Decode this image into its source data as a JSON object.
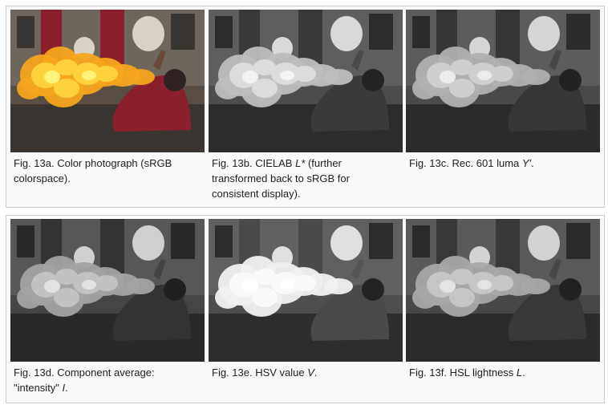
{
  "rows": [
    {
      "figures": [
        {
          "pre": "Fig. 13a. Color photograph (sRGB colorspace).",
          "var": "",
          "post": "",
          "mode": "color"
        },
        {
          "pre": "Fig. 13b. CIELAB ",
          "var": "L*",
          "post": " (further transformed back to sRGB for consistent display).",
          "mode": "lab"
        },
        {
          "pre": "Fig. 13c. Rec. 601 luma ",
          "var": "Y′",
          "post": ".",
          "mode": "luma"
        }
      ]
    },
    {
      "figures": [
        {
          "pre": "Fig. 13d. Component average: \"intensity\" ",
          "var": "I",
          "post": ".",
          "mode": "avg"
        },
        {
          "pre": "Fig. 13e. HSV value ",
          "var": "V",
          "post": ".",
          "mode": "hsv"
        },
        {
          "pre": "Fig. 13f. HSL lightness ",
          "var": "L",
          "post": ".",
          "mode": "hsl"
        }
      ]
    }
  ]
}
